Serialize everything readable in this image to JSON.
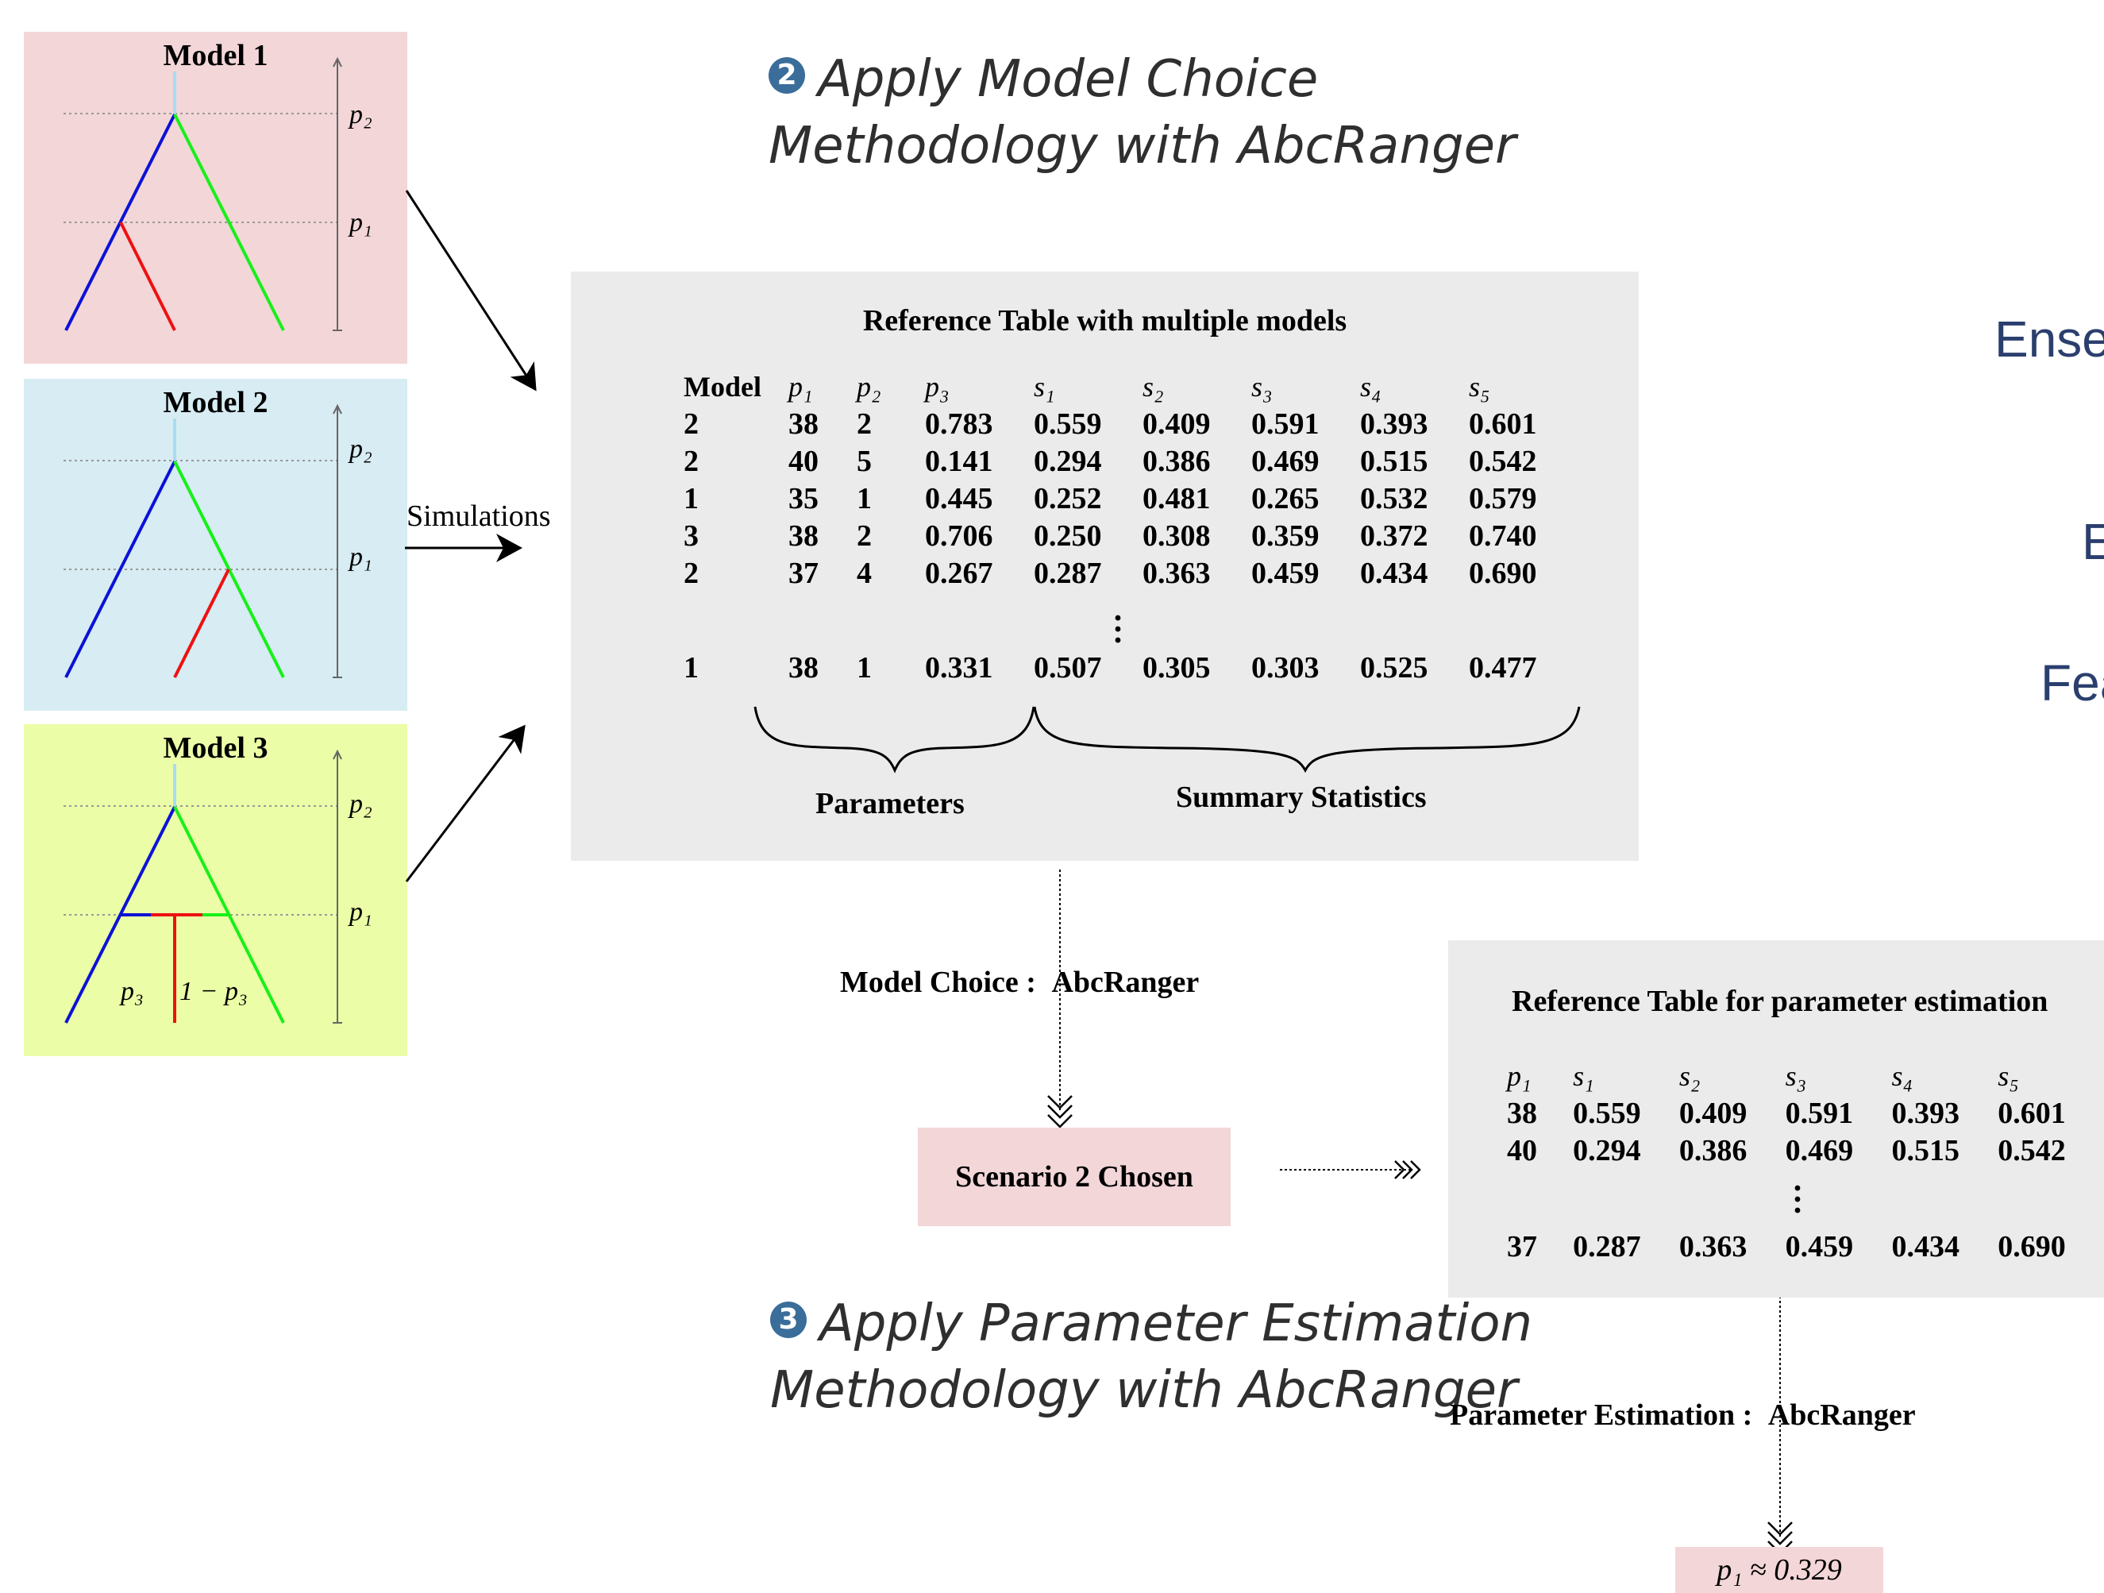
{
  "models": [
    {
      "title": "Model 1",
      "p2": "p₂",
      "p1": "p₁",
      "bg": "#f3d6d8"
    },
    {
      "title": "Model 2",
      "p2": "p₂",
      "p1": "p₁",
      "bg": "#d7ecf3"
    },
    {
      "title": "Model 3",
      "p2": "p₂",
      "p1": "p₁",
      "bg": "#ebfda7",
      "p3": "p₃",
      "one_minus_p3": "1 − p₃"
    }
  ],
  "simulations_label": "Simulations",
  "step2": {
    "badge": "2",
    "line1": "Apply Model Choice",
    "line2": "Methodology with AbcRanger"
  },
  "step3": {
    "badge": "3",
    "line1": "Apply Parameter Estimation",
    "line2": "Methodology with AbcRanger"
  },
  "ref_table_multi": {
    "title": "Reference Table with multiple models",
    "headers": [
      "Model",
      "p₁",
      "p₂",
      "p₃",
      "s₁",
      "s₂",
      "s₃",
      "s₄",
      "s₅"
    ],
    "rows": [
      [
        "2",
        "38",
        "2",
        "0.783",
        "0.559",
        "0.409",
        "0.591",
        "0.393",
        "0.601"
      ],
      [
        "2",
        "40",
        "5",
        "0.141",
        "0.294",
        "0.386",
        "0.469",
        "0.515",
        "0.542"
      ],
      [
        "1",
        "35",
        "1",
        "0.445",
        "0.252",
        "0.481",
        "0.265",
        "0.532",
        "0.579"
      ],
      [
        "3",
        "38",
        "2",
        "0.706",
        "0.250",
        "0.308",
        "0.359",
        "0.372",
        "0.740"
      ],
      [
        "2",
        "37",
        "4",
        "0.267",
        "0.287",
        "0.363",
        "0.459",
        "0.434",
        "0.690"
      ]
    ],
    "last_row": [
      "1",
      "38",
      "1",
      "0.331",
      "0.507",
      "0.305",
      "0.303",
      "0.525",
      "0.477"
    ],
    "brace_parameters": "Parameters",
    "brace_summary": "Summary Statistics"
  },
  "model_choice_label_left": "Model Choice :",
  "model_choice_label_right": "AbcRanger",
  "scenario_chosen": "Scenario 2 Chosen",
  "ref_table_param": {
    "title": "Reference Table for parameter estimation",
    "headers": [
      "p₁",
      "s₁",
      "s₂",
      "s₃",
      "s₄",
      "s₅"
    ],
    "rows": [
      [
        "38",
        "0.559",
        "0.409",
        "0.591",
        "0.393",
        "0.601"
      ],
      [
        "40",
        "0.294",
        "0.386",
        "0.469",
        "0.515",
        "0.542"
      ]
    ],
    "last_row": [
      "37",
      "0.287",
      "0.363",
      "0.459",
      "0.434",
      "0.690"
    ]
  },
  "param_est_label_left": "Parameter Estimation :",
  "param_est_label_right": "AbcRanger",
  "result": "p₁ ≈ 0.329",
  "side_texts": [
    "Ense",
    "E",
    "Fea"
  ],
  "colors": {
    "panel_gray": "#ebebeb",
    "pink": "#f3d6d8",
    "blue_branch": "#0b12d6",
    "green_branch": "#18f018",
    "red_branch": "#ee1111",
    "stem": "#a8dcf5",
    "side_text": "#2b3f6e"
  }
}
